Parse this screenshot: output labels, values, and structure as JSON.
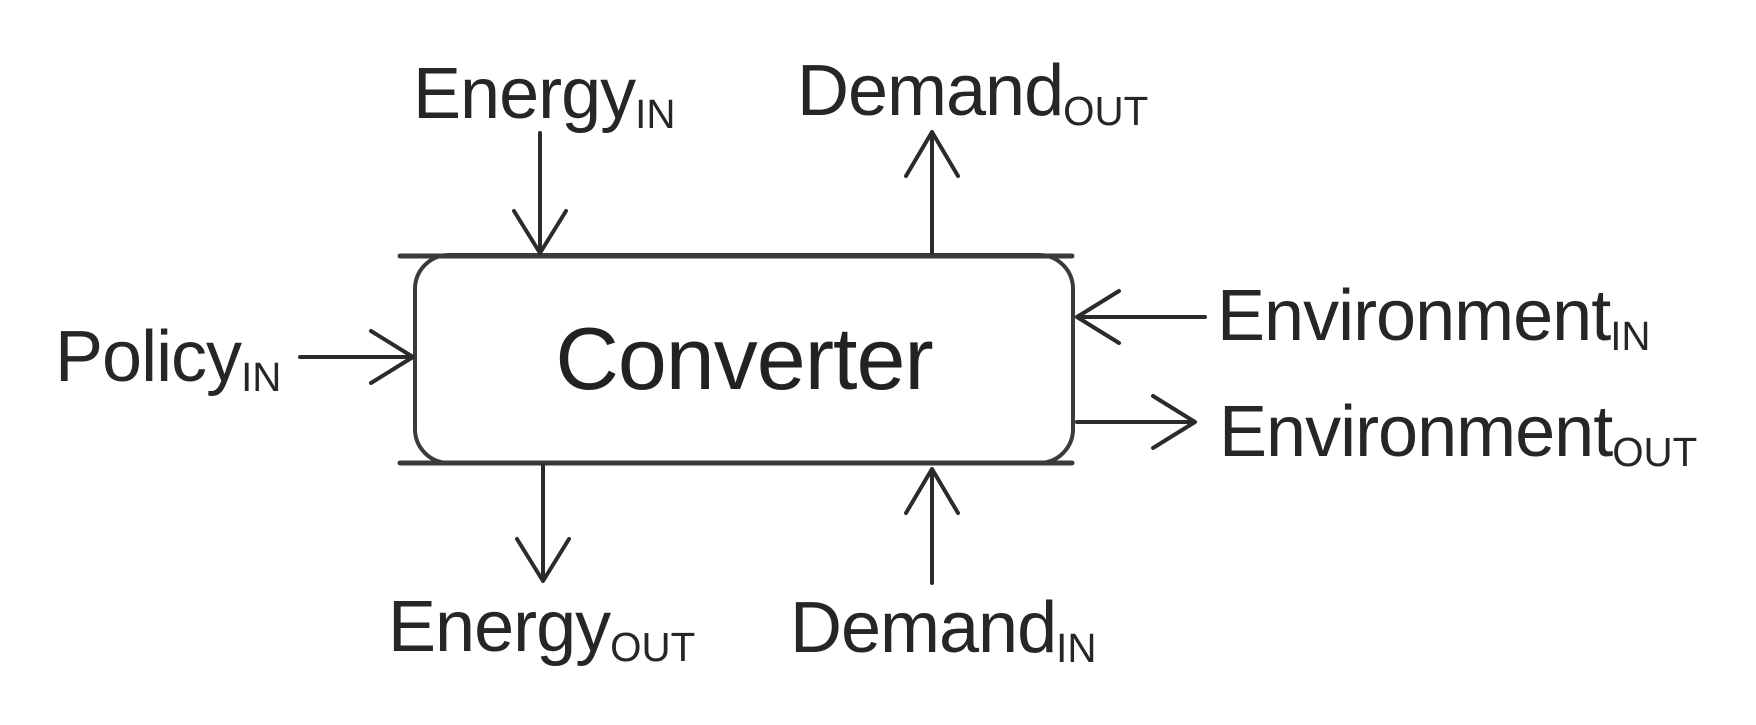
{
  "page": {
    "background": "#ffffff",
    "ink": "#262626"
  },
  "diagram": {
    "node": {
      "label": "Converter"
    },
    "labels": {
      "energy_in": {
        "text": "Energy",
        "sub": "IN"
      },
      "demand_out": {
        "text": "Demand",
        "sub": "OUT"
      },
      "policy_in": {
        "text": "Policy",
        "sub": "IN"
      },
      "environment_in": {
        "text": "Environment",
        "sub": "IN"
      },
      "environment_out": {
        "text": "Environment",
        "sub": "OUT"
      },
      "energy_out": {
        "text": "Energy",
        "sub": "OUT"
      },
      "demand_in": {
        "text": "Demand",
        "sub": "IN"
      }
    },
    "arrows": [
      {
        "name": "energy-in-arrow",
        "flow": "in",
        "side": "top",
        "direction": "down"
      },
      {
        "name": "demand-out-arrow",
        "flow": "out",
        "side": "top",
        "direction": "up"
      },
      {
        "name": "policy-in-arrow",
        "flow": "in",
        "side": "left",
        "direction": "right"
      },
      {
        "name": "environment-in-arrow",
        "flow": "in",
        "side": "right",
        "direction": "left"
      },
      {
        "name": "environment-out-arrow",
        "flow": "out",
        "side": "right",
        "direction": "right"
      },
      {
        "name": "energy-out-arrow",
        "flow": "out",
        "side": "bottom",
        "direction": "down"
      },
      {
        "name": "demand-in-arrow",
        "flow": "in",
        "side": "bottom",
        "direction": "up"
      }
    ]
  }
}
